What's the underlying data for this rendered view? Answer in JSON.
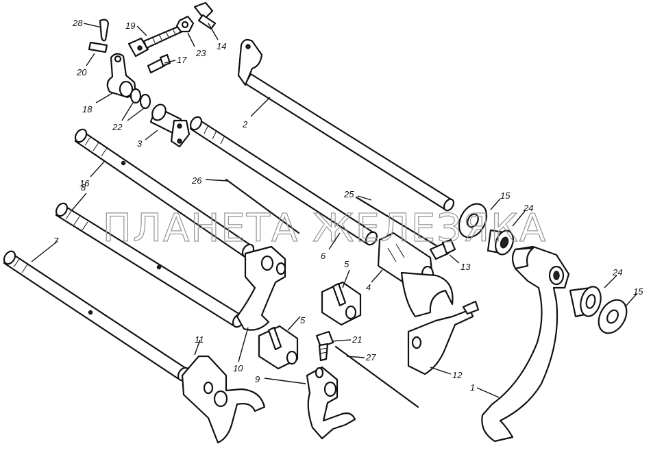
{
  "watermark": "ПЛАНЕТА ЖЕЛЕЗЯКА",
  "callouts": [
    "28",
    "19",
    "23",
    "14",
    "20",
    "17",
    "18",
    "22",
    "2",
    "3",
    "16",
    "26",
    "8",
    "25",
    "15",
    "24",
    "7",
    "6",
    "13",
    "5",
    "4",
    "10",
    "11",
    "21",
    "27",
    "12",
    "9",
    "1"
  ]
}
